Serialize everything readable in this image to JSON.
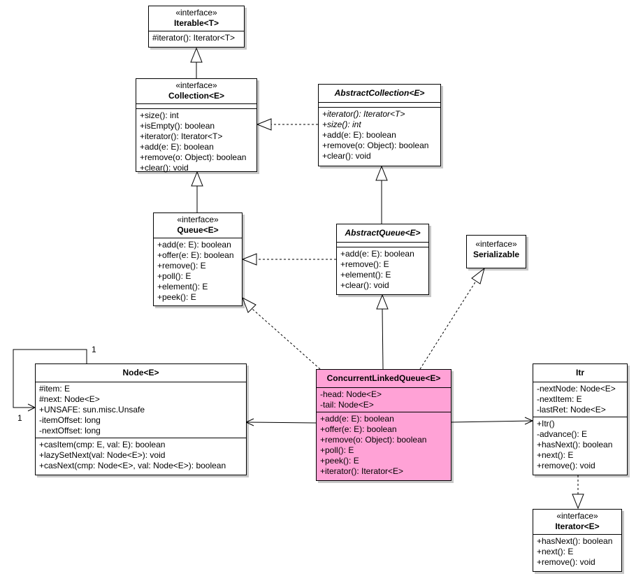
{
  "classes": {
    "iterable": {
      "stereotype": "«interface»",
      "name": "Iterable<T>",
      "methods": [
        "#iterator(): Iterator<T>"
      ]
    },
    "collection": {
      "stereotype": "«interface»",
      "name": "Collection<E>",
      "methods": [
        "+size(): int",
        "+isEmpty(): boolean",
        "+iterator(): Iterator<T>",
        "+add(e: E): boolean",
        "+remove(o: Object): boolean",
        "+clear(): void"
      ]
    },
    "abstract_collection": {
      "name": "AbstractCollection<E>",
      "methods": [
        "+iterator(): Iterator<T>",
        "+size(): int",
        "+add(e: E): boolean",
        "+remove(o: Object): boolean",
        "+clear(): void"
      ]
    },
    "queue": {
      "stereotype": "«interface»",
      "name": "Queue<E>",
      "methods": [
        "+add(e: E): boolean",
        "+offer(e: E): boolean",
        "+remove(): E",
        "+poll(): E",
        "+element(): E",
        "+peek(): E"
      ]
    },
    "abstract_queue": {
      "name": "AbstractQueue<E>",
      "methods": [
        "+add(e: E): boolean",
        "+remove(): E",
        "+element(): E",
        "+clear(): void"
      ]
    },
    "serializable": {
      "stereotype": "«interface»",
      "name": "Serializable"
    },
    "node": {
      "name": "Node<E>",
      "fields": [
        "#item: E",
        "#next: Node<E>",
        "+UNSAFE: sun.misc.Unsafe",
        "-itemOffset: long",
        "-nextOffset: long"
      ],
      "methods": [
        "+casItem(cmp: E, val: E): boolean",
        "+lazySetNext(val: Node<E>): void",
        "+casNext(cmp: Node<E>, val: Node<E>): boolean"
      ]
    },
    "clq": {
      "name": "ConcurrentLinkedQueue<E>",
      "fields": [
        "-head: Node<E>",
        "-tail: Node<E>"
      ],
      "methods": [
        "+add(e: E): boolean",
        "+offer(e: E): boolean",
        "+remove(o: Object): boolean",
        "+poll(): E",
        "+peek(): E",
        "+iterator(): Iterator<E>"
      ]
    },
    "itr": {
      "name": "Itr",
      "fields": [
        "-nextNode: Node<E>",
        "-nextItem: E",
        "-lastRet: Node<E>"
      ],
      "methods": [
        "+Itr()",
        "-advance(): E",
        "+hasNext(): boolean",
        "+next(): E",
        "+remove(): void"
      ]
    },
    "iterator": {
      "stereotype": "«interface»",
      "name": "Iterator<E>",
      "methods": [
        "+hasNext(): boolean",
        "+next(): E",
        "+remove(): void"
      ]
    }
  },
  "multiplicity": {
    "self_top": "1",
    "self_bottom": "1"
  },
  "colors": {
    "highlight": "#ffa2d6",
    "box": "#ffffff",
    "line": "#000000"
  }
}
